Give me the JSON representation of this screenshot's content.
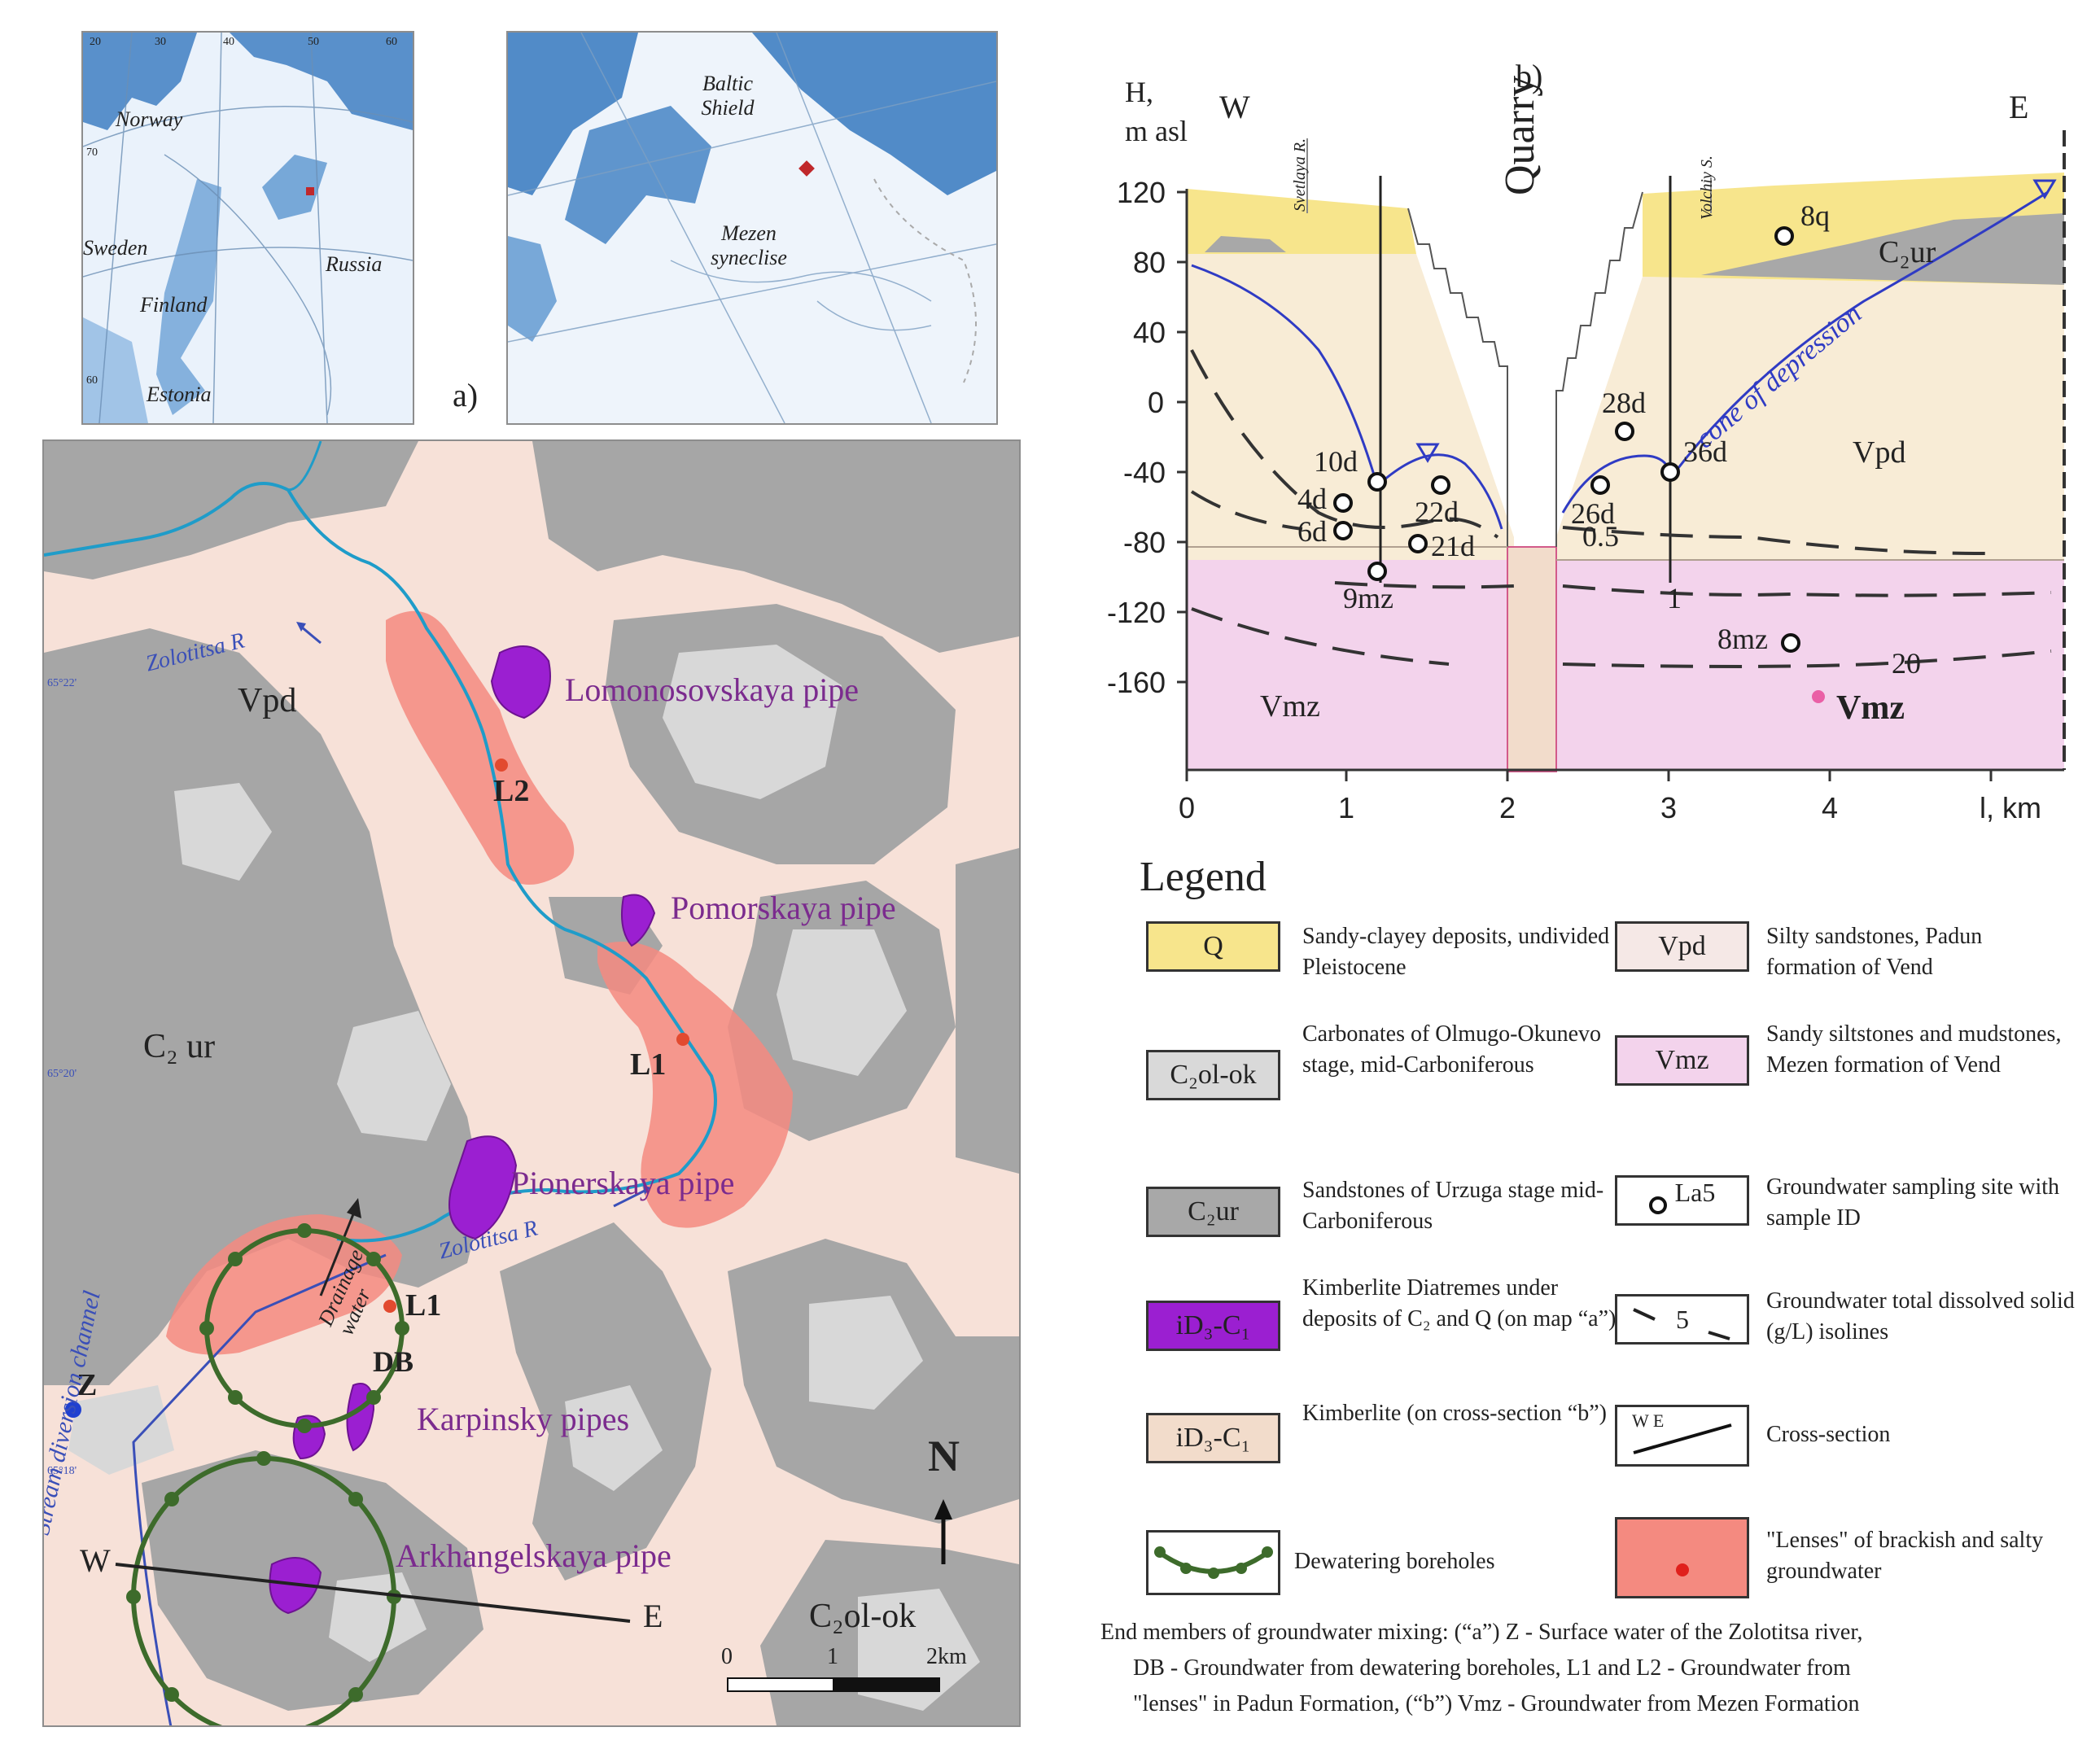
{
  "inset1": {
    "ticks": [
      "20",
      "30",
      "40",
      "50",
      "60"
    ],
    "lat_labels": [
      "70",
      "60"
    ],
    "countries": [
      "Norway",
      "Sweden",
      "Finland",
      "Estonia",
      "Russia"
    ]
  },
  "inset2": {
    "labels": [
      "Baltic Shield",
      "Mezen syneclise"
    ]
  },
  "panel_a": {
    "label": "a)",
    "units": [
      "Vpd",
      "C₂ ur",
      "C₂ol-ok"
    ],
    "pipes": [
      "Lomonosovskaya pipe",
      "Pomorskaya pipe",
      "Pionerskaya pipe",
      "Karpinsky pipes",
      "Arkhangelskaya pipe"
    ],
    "points": {
      "L2": "L2",
      "L1_upper": "L1",
      "L1_lower": "L1",
      "DB": "DB",
      "Z": "Z"
    },
    "rivers": [
      "Zolotitsa R",
      "Zolotitsa R"
    ],
    "channel": "Stream diversion channel",
    "drainage": "Drainage water",
    "lats": [
      "65°22'",
      "65°20'",
      "65°18'"
    ],
    "section_ends": [
      "W",
      "E"
    ],
    "north": "N",
    "scale": {
      "ticks": [
        "0",
        "1",
        "2km"
      ]
    }
  },
  "panel_b": {
    "label": "b)",
    "ylabel_line1": "H,",
    "ylabel_line2": "m asl",
    "west": "W",
    "east": "E",
    "quarry": "Quarry",
    "river1": "Svetlaya R.",
    "river2": "Volchiy S.",
    "cone": "cone of depression",
    "y_ticks": [
      "120",
      "80",
      "40",
      "0",
      "-40",
      "-80",
      "-120",
      "-160"
    ],
    "x_ticks": [
      "0",
      "1",
      "2",
      "3",
      "4"
    ],
    "x_label": "l, km",
    "units": {
      "vpd": "Vpd",
      "vmz_left": "Vmz",
      "vmz_right": "Vmz",
      "c2ur": "C₂ur"
    },
    "wells": [
      "8q",
      "10d",
      "4d",
      "6d",
      "22d",
      "21d",
      "9mz",
      "28d",
      "26d",
      "36d",
      "8mz"
    ],
    "isolines": [
      "0.5",
      "1",
      "20"
    ]
  },
  "legend": {
    "title": "Legend",
    "items": [
      {
        "key": "Q",
        "text": "Sandy-clayey deposits, undivided Pleistocene",
        "color": "#f7e58c"
      },
      {
        "key": "Vpd",
        "text": "Silty sandstones, Padun formation of Vend",
        "color": "#f5e8e6"
      },
      {
        "key": "C₂ol-ok",
        "text": "Carbonates of Olmugo-Okunevo stage, mid-Carboniferous",
        "color": "#d9d9d9"
      },
      {
        "key": "Vmz",
        "text": "Sandy siltstones and mudstones, Mezen formation of Vend",
        "color": "#f3d3ec"
      },
      {
        "key": "C₂ur",
        "text": "Sandstones of Urzuga stage mid-Carboniferous",
        "color": "#a8a8a8"
      },
      {
        "key": "La5",
        "text": "Groundwater sampling site with sample ID",
        "color": "#ffffff"
      },
      {
        "key": "iD₃-C₁",
        "text": "Kimberlite Diatremes under deposits of C₂ and Q (on map “a”)",
        "color": "#9b1fd1"
      },
      {
        "key": "5",
        "text": "Groundwater total dissolved solid (g/L) isolines",
        "color": "#ffffff"
      },
      {
        "key": "iD₃-C₁",
        "text": "Kimberlite (on cross-section “b”)",
        "color": "#f2dccb"
      },
      {
        "key": "W E",
        "text": "Cross-section",
        "color": "#ffffff"
      },
      {
        "key": "",
        "text": "Dewatering boreholes",
        "color": "#ffffff"
      },
      {
        "key": "",
        "text": "\"Lenses\" of brackish and salty groundwater",
        "color": "#f48a80"
      }
    ],
    "footnote": [
      "End members of groundwater mixing: (“a”) Z - Surface water of the Zolotitsa river,",
      "DB - Groundwater from dewatering boreholes, L1 and L2 - Groundwater from",
      "\"lenses\" in Padun Formation,  (“b”)  Vmz - Groundwater from Mezen Formation"
    ]
  }
}
